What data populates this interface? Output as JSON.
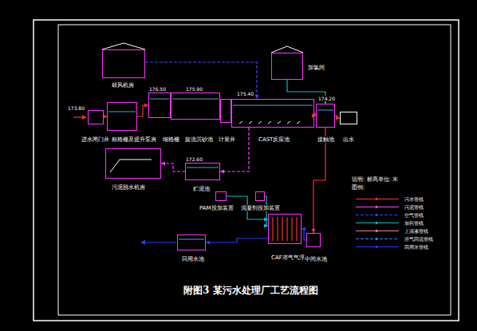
{
  "diagram": {
    "caption": "附图3  某污水处理厂工艺流程图",
    "nodes": [
      {
        "text": [
          "鼓风机房"
        ]
      },
      {
        "text": [
          "进水闸门井"
        ]
      },
      {
        "text": [
          "粗格栅及提升泵房"
        ]
      },
      {
        "text": [
          "细格栅"
        ]
      },
      {
        "text": [
          "旋流沉砂池"
        ]
      },
      {
        "text": [
          "计量井"
        ]
      },
      {
        "text": [
          "CAST反应池"
        ]
      },
      {
        "text": [
          "加氯间"
        ]
      },
      {
        "text": [
          "接触池"
        ]
      },
      {
        "text": [
          "出水"
        ]
      },
      {
        "text": [
          "污泥脱水机房"
        ]
      },
      {
        "text": [
          "贮泥池"
        ]
      },
      {
        "text": [
          "PAM投加装置"
        ]
      },
      {
        "text": [
          "混凝剂投加装置"
        ]
      },
      {
        "text": [
          "回用水池"
        ]
      },
      {
        "text": [
          "CAF溶气气浮"
        ]
      },
      {
        "text": [
          "中间水池"
        ]
      }
    ],
    "edges": [
      {
        "from": 1,
        "to": 2,
        "arrow": "to"
      },
      {
        "from": 2,
        "to": 3,
        "arrow": "to"
      },
      {
        "from": 3,
        "to": 4,
        "arrow": "to"
      },
      {
        "from": 4,
        "to": 5,
        "arrow": "to"
      },
      {
        "from": 5,
        "to": 6,
        "arrow": "to"
      },
      {
        "from": 6,
        "to": 8,
        "arrow": "to"
      },
      {
        "from": 8,
        "to": 9,
        "arrow": "to"
      },
      {
        "from": 0,
        "to": 6,
        "arrow": "to"
      },
      {
        "from": 7,
        "to": 8,
        "arrow": "to"
      },
      {
        "from": 6,
        "to": 11,
        "arrow": "to"
      },
      {
        "from": 11,
        "to": 10,
        "arrow": "to"
      },
      {
        "from": 8,
        "to": 16,
        "arrow": "to"
      },
      {
        "from": 16,
        "to": 15,
        "arrow": "to"
      },
      {
        "from": 15,
        "to": 14,
        "arrow": "to"
      },
      {
        "from": 12,
        "to": 15,
        "arrow": "to"
      },
      {
        "from": 13,
        "to": 15,
        "arrow": "to"
      }
    ],
    "labels": [
      "173.80",
      "176.50",
      "175.90",
      "175.40",
      "174.20",
      "172.60",
      "说明: 标高单位: 米",
      "图例:"
    ],
    "legend": [
      {
        "text": "污水管线"
      },
      {
        "text": "污泥管线"
      },
      {
        "text": "空气管线"
      },
      {
        "text": "加药管线"
      },
      {
        "text": "上清液管线"
      },
      {
        "text": "溶气回流管线"
      },
      {
        "text": "回用水管线"
      }
    ]
  }
}
